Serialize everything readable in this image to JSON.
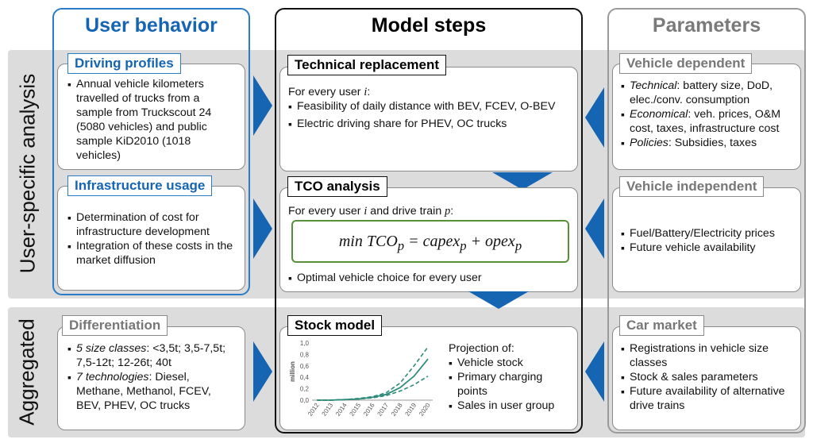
{
  "columns": {
    "user_behavior": "User behavior",
    "model_steps": "Model steps",
    "parameters": "Parameters"
  },
  "rows": {
    "user_specific": "User-specific analysis",
    "aggregated": "Aggregated"
  },
  "driving_profiles": {
    "title": "Driving profiles",
    "items": [
      "Annual vehicle kilometers travelled of trucks from a sample from Truckscout 24 (5080 vehicles) and public sample KiD2010 (1018 vehicles)"
    ]
  },
  "infrastructure_usage": {
    "title": "Infrastructure usage",
    "items": [
      "Determination of cost for infrastructure development",
      "Integration of these costs in the market diffusion"
    ]
  },
  "differentiation": {
    "title": "Differentiation",
    "item1_em": "5 size classes",
    "item1_rest": ": <3,5t; 3,5-7,5t; 7,5-12t; 12-26t; 40t",
    "item2_em": "7 technologies",
    "item2_rest": ": Diesel, Methane, Methanol, FCEV, BEV, PHEV, OC trucks"
  },
  "technical_replacement": {
    "title": "Technical replacement",
    "intro_pre": "For every user ",
    "intro_var": "i",
    "intro_post": ":",
    "items": [
      "Feasibility of daily distance with BEV, FCEV, O-BEV",
      "Electric driving share for PHEV, OC trucks"
    ]
  },
  "tco_analysis": {
    "title": "TCO analysis",
    "intro_pre": "For every user ",
    "intro_var1": "i",
    "intro_mid": " and drive train ",
    "intro_var2": "p",
    "intro_post": ":",
    "formula_min": "min TCO",
    "formula_sub_p": "p",
    "formula_eq": " = capex",
    "formula_plus": " + opex",
    "items": [
      "Optimal vehicle choice for every user"
    ]
  },
  "stock_model": {
    "title": "Stock model",
    "projection_label": "Projection of:",
    "items": [
      "Vehicle stock",
      "Primary charging points",
      "Sales in user group"
    ]
  },
  "vehicle_dependent": {
    "title": "Vehicle dependent",
    "item1_em": "Technical",
    "item1_rest": ": battery size, DoD, elec./conv. consumption",
    "item2_em": "Economical",
    "item2_rest": ": veh. prices, O&M cost, taxes, infrastructure cost",
    "item3_em": "Policies",
    "item3_rest": ": Subsidies, taxes"
  },
  "vehicle_independent": {
    "title": "Vehicle independent",
    "items": [
      "Fuel/Battery/Electricity prices",
      "Future vehicle availability"
    ]
  },
  "car_market": {
    "title": "Car market",
    "items": [
      "Registrations in vehicle size classes",
      "Stock & sales parameters",
      "Future availability of alternative drive trains"
    ]
  },
  "colors": {
    "accent_blue": "#1565b3",
    "chart_teal": "#2e8b7a",
    "band_gray": "#dcdcdc"
  },
  "chart_data": {
    "type": "line",
    "title": "",
    "xlabel": "",
    "ylabel": "million",
    "x": [
      2012,
      2013,
      2014,
      2015,
      2016,
      2017,
      2018,
      2019,
      2020
    ],
    "x_tick_labels": [
      "2012",
      "2013",
      "2014",
      "2015",
      "2016",
      "2017",
      "2018",
      "2019",
      "2020"
    ],
    "y_tick_labels": [
      "0,0",
      "0,2",
      "0,4",
      "0,6",
      "0,8",
      "1,0"
    ],
    "ylim": [
      0,
      1.0
    ],
    "series": [
      {
        "style": "solid",
        "values": [
          0.0,
          0.0,
          0.01,
          0.02,
          0.05,
          0.1,
          0.22,
          0.42,
          0.72
        ]
      },
      {
        "style": "dashed",
        "values": [
          0.0,
          0.0,
          0.01,
          0.03,
          0.06,
          0.13,
          0.3,
          0.6,
          0.93
        ]
      },
      {
        "style": "dashed",
        "values": [
          0.0,
          0.0,
          0.01,
          0.02,
          0.04,
          0.08,
          0.16,
          0.27,
          0.42
        ]
      }
    ],
    "grid": false
  }
}
